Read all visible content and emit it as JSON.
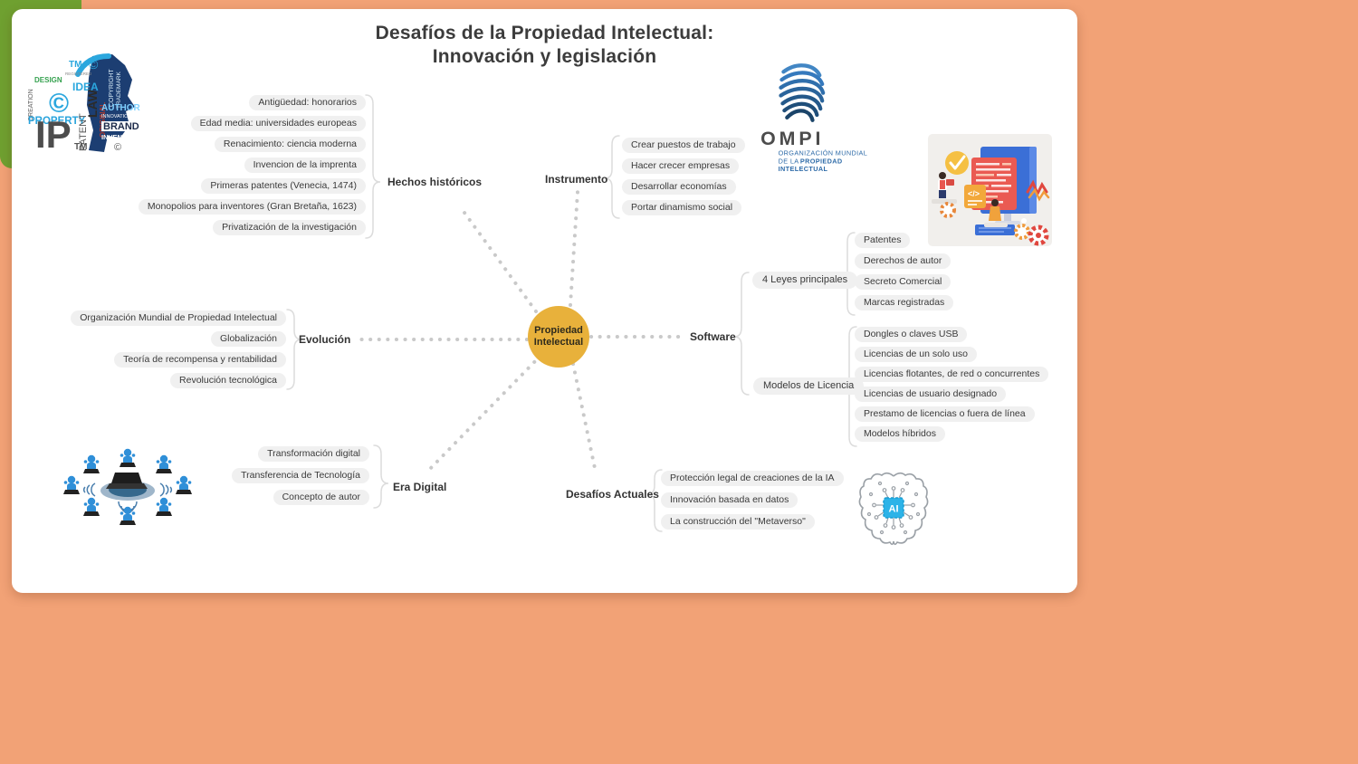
{
  "title": {
    "line1": "Desafíos de la Propiedad Intelectual:",
    "line2": "Innovación y legislación"
  },
  "center": {
    "line1": "Propiedad",
    "line2": "Intelectual"
  },
  "branches": {
    "hechos": {
      "label": "Hechos históricos",
      "items": [
        "Antigüedad: honorarios",
        "Edad media: universidades europeas",
        "Renacimiento: ciencia moderna",
        "Invencion de la imprenta",
        "Primeras patentes (Venecia, 1474)",
        "Monopolios para inventores (Gran Bretaña, 1623)",
        "Privatización de la investigación"
      ]
    },
    "instrumento": {
      "label": "Instrumento",
      "items": [
        "Crear puestos de trabajo",
        "Hacer crecer empresas",
        "Desarrollar economías",
        "Portar dinamismo social"
      ]
    },
    "software": {
      "label": "Software"
    },
    "leyes": {
      "label": "4 Leyes principales",
      "items": [
        "Patentes",
        "Derechos de autor",
        "Secreto Comercial",
        "Marcas registradas"
      ]
    },
    "licencias": {
      "label": "Modelos de Licencia",
      "items": [
        "Dongles o claves USB",
        "Licencias de un solo uso",
        "Licencias flotantes, de red o concurrentes",
        "Licencias de usuario designado",
        "Prestamo de licencias o fuera de línea",
        "Modelos híbridos"
      ]
    },
    "evolucion": {
      "label": "Evolución",
      "items": [
        "Organización Mundial de Propiedad Intelectual",
        "Globalización",
        "Teoría de recompensa y rentabilidad",
        "Revolución tecnológica"
      ]
    },
    "era": {
      "label": "Era Digital",
      "items": [
        "Transformación digital",
        "Transferencia de Tecnología",
        "Concepto de autor"
      ]
    },
    "desafios": {
      "label": "Desafíos Actuales",
      "items": [
        "Protección legal de creaciones de la IA",
        "Innovación basada en datos",
        "La construcción del \"Metaverso\""
      ]
    }
  },
  "images": {
    "ompi": {
      "name": "OMPI",
      "line1": "ORGANIZACIÓN MUNDIAL",
      "line2a": "DE LA",
      "line2b": "PROPIEDAD",
      "line3": "INTELECTUAL"
    },
    "ai": {
      "chip_label": "AI"
    },
    "wordcloud": {
      "words": {
        "ip": "IP",
        "tm": "TM",
        "copyright_symbol": "©",
        "idea": "IDEA",
        "registered": "REGISTERED",
        "design": "DESIGN",
        "creation": "CREATION",
        "property": "PROPERTY",
        "law": "LAW",
        "patent": "PATENT",
        "original": "ORIGINAL",
        "copyright": "COPYRIGHT",
        "trademark": "TRADEMARK",
        "author": "AUTHOR",
        "innovation": "INNOVATION",
        "brand": "BRAND",
        "invention": "INVENTION"
      }
    }
  },
  "colors": {
    "page_bg": "#F2A276",
    "corner_blob": "#6FA030",
    "card_bg": "#FFFFFF",
    "center_node": "#E8B13B",
    "dotted_line": "#C9C9C9",
    "pill_bg": "#F0F0F0"
  }
}
